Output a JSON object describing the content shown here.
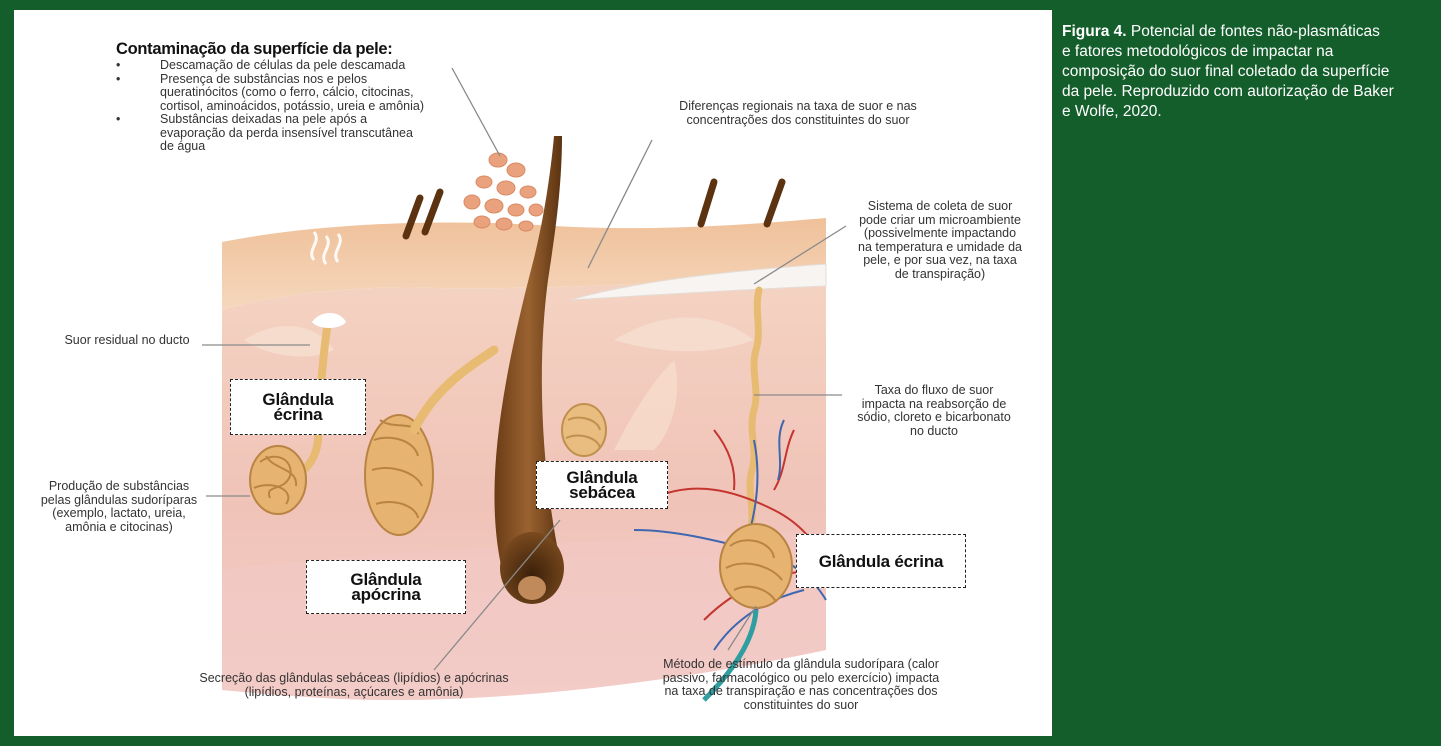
{
  "colors": {
    "background": "#145e2c",
    "panel": "#ffffff",
    "skin_epidermis": "#f2c7a4",
    "skin_dermis": "#efc0b4",
    "gland": "#e3b06b",
    "hair": "#5e3413"
  },
  "caption": {
    "lead": "Figura 4.",
    "lines": [
      "Potencial de fontes não-plasmáticas",
      "e fatores metodológicos de impactar na",
      "composição do suor final coletado da superfície",
      "da pele. Reproduzido com autorização de Baker",
      "e Wolfe, 2020."
    ]
  },
  "contamination": {
    "title": "Contaminação da superfície da pele:",
    "bullet_symbol": "•",
    "bullets": [
      [
        "Descamação de células da pele descamada"
      ],
      [
        "Presença de substâncias nos e pelos",
        "queratinócitos (como o ferro, cálcio, citocinas,",
        "cortisol, aminoácidos, potássio, ureia e amônia)"
      ],
      [
        "Substâncias deixadas na pele após a",
        "evaporação da perda insensível transcutânea",
        "de água"
      ]
    ]
  },
  "labels": {
    "regional": [
      "Diferenças regionais na taxa de suor e nas",
      "concentrações dos constituintes do suor"
    ],
    "collection": [
      "Sistema de coleta de suor",
      "pode criar um microambiente",
      "(possivelmente impactando",
      "na temperatura e umidade da",
      "pele, e por sua vez, na taxa",
      "de transpiração)"
    ],
    "residual": [
      "Suor residual no ducto"
    ],
    "flow": [
      "Taxa do fluxo de suor",
      "impacta na reabsorção de",
      "sódio, cloreto e bicarbonato",
      "no ducto"
    ],
    "production": [
      "Produção de substâncias",
      "pelas glândulas sudoríparas",
      "(exemplo, lactato, ureia,",
      "amônia e citocinas)"
    ],
    "secretion": [
      "Secreção das glândulas sebáceas (lipídios) e apócrinas",
      "(lipídios, proteínas, açúcares e amônia)"
    ],
    "stimulus": [
      "Método de estímulo da glândula sudorípara (calor",
      "passivo, farmacológico ou pelo exercício) impacta",
      "na taxa de transpiração e nas concentrações dos",
      "constituintes do suor"
    ]
  },
  "boxes": {
    "eccrine_left": [
      "Glândula",
      "écrina"
    ],
    "sebaceous": [
      "Glândula",
      "sebácea"
    ],
    "apocrine": [
      "Glândula",
      "apócrina"
    ],
    "eccrine_right": [
      "Glândula écrina"
    ]
  }
}
